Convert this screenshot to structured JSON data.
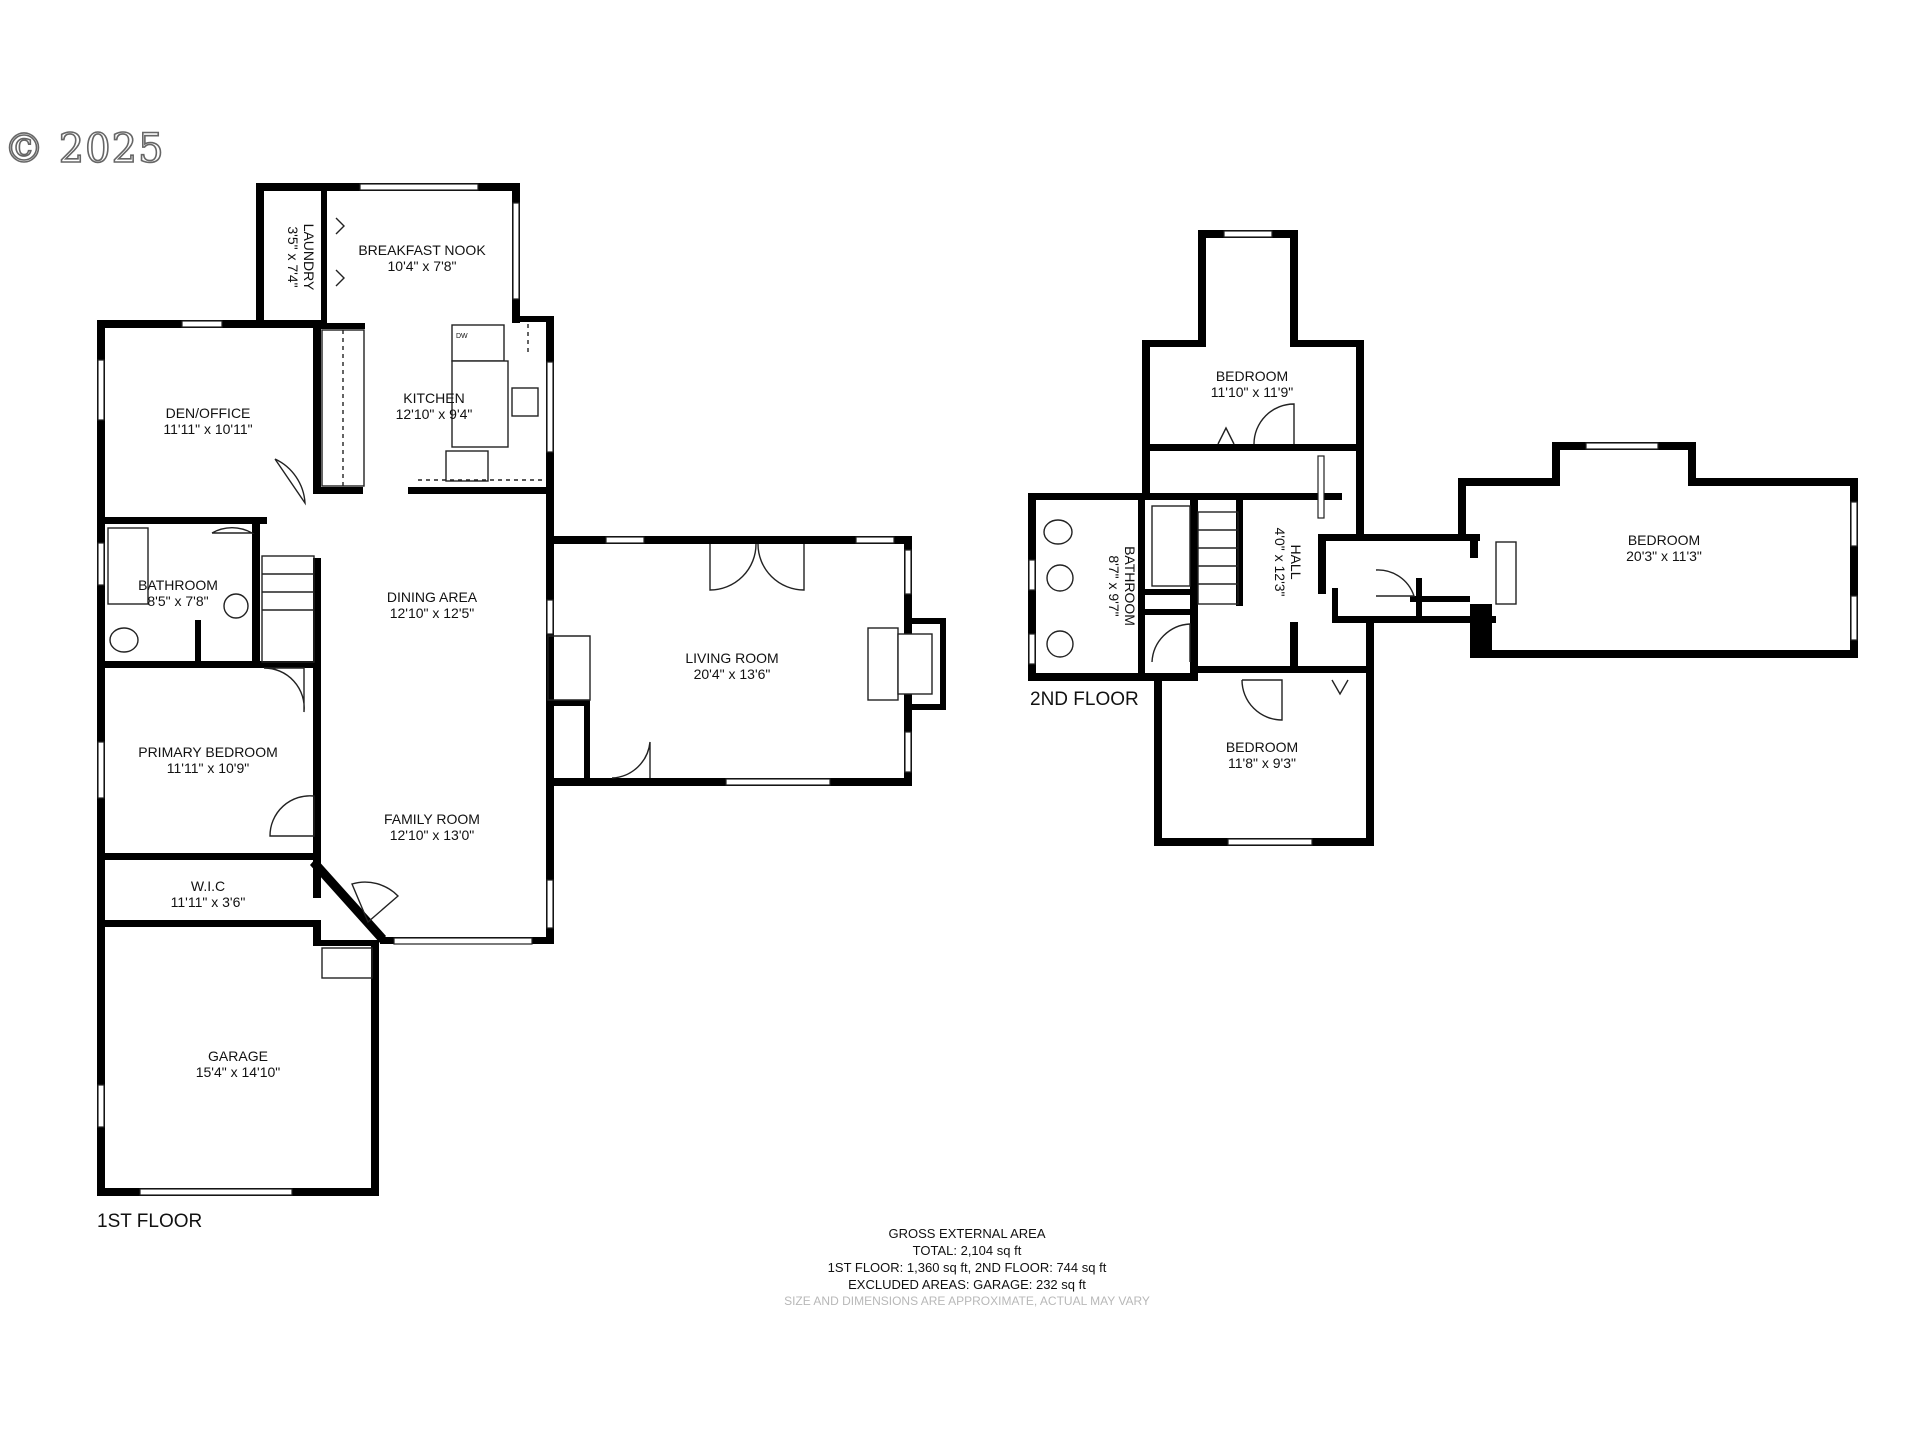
{
  "watermark": "© 2025",
  "floors": [
    {
      "label": "1ST FLOOR"
    },
    {
      "label": "2ND FLOOR"
    }
  ],
  "rooms": {
    "laundry": {
      "name": "LAUNDRY",
      "dims": "3'5\" x 7'4\""
    },
    "breakfast_nook": {
      "name": "BREAKFAST NOOK",
      "dims": "10'4\" x 7'8\""
    },
    "den_office": {
      "name": "DEN/OFFICE",
      "dims": "11'11\" x 10'11\""
    },
    "kitchen": {
      "name": "KITCHEN",
      "dims": "12'10\" x 9'4\""
    },
    "bathroom_1": {
      "name": "BATHROOM",
      "dims": "8'5\" x 7'8\""
    },
    "dining_area": {
      "name": "DINING AREA",
      "dims": "12'10\" x 12'5\""
    },
    "living_room": {
      "name": "LIVING ROOM",
      "dims": "20'4\" x 13'6\""
    },
    "primary_bedroom": {
      "name": "PRIMARY BEDROOM",
      "dims": "11'11\" x 10'9\""
    },
    "family_room": {
      "name": "FAMILY ROOM",
      "dims": "12'10\" x 13'0\""
    },
    "wic": {
      "name": "W.I.C",
      "dims": "11'11\" x 3'6\""
    },
    "garage": {
      "name": "GARAGE",
      "dims": "15'4\" x 14'10\""
    },
    "bedroom_a": {
      "name": "BEDROOM",
      "dims": "11'10\" x 11'9\""
    },
    "bathroom_2": {
      "name": "BATHROOM",
      "dims": "8'7\" x 9'7\""
    },
    "hall": {
      "name": "HALL",
      "dims": "4'0\" x 12'3\""
    },
    "bedroom_b": {
      "name": "BEDROOM",
      "dims": "20'3\" x 11'3\""
    },
    "bedroom_c": {
      "name": "BEDROOM",
      "dims": "11'8\" x 9'3\""
    }
  },
  "fixture_labels": {
    "dishwasher": "DW"
  },
  "area_summary": {
    "heading": "GROSS EXTERNAL AREA",
    "total": "TOTAL: 2,104 sq ft",
    "floors": "1ST FLOOR: 1,360 sq ft, 2ND FLOOR: 744 sq ft",
    "excluded": "EXCLUDED AREAS: GARAGE: 232 sq ft",
    "disclaimer": "SIZE AND DIMENSIONS ARE APPROXIMATE, ACTUAL MAY VARY"
  }
}
